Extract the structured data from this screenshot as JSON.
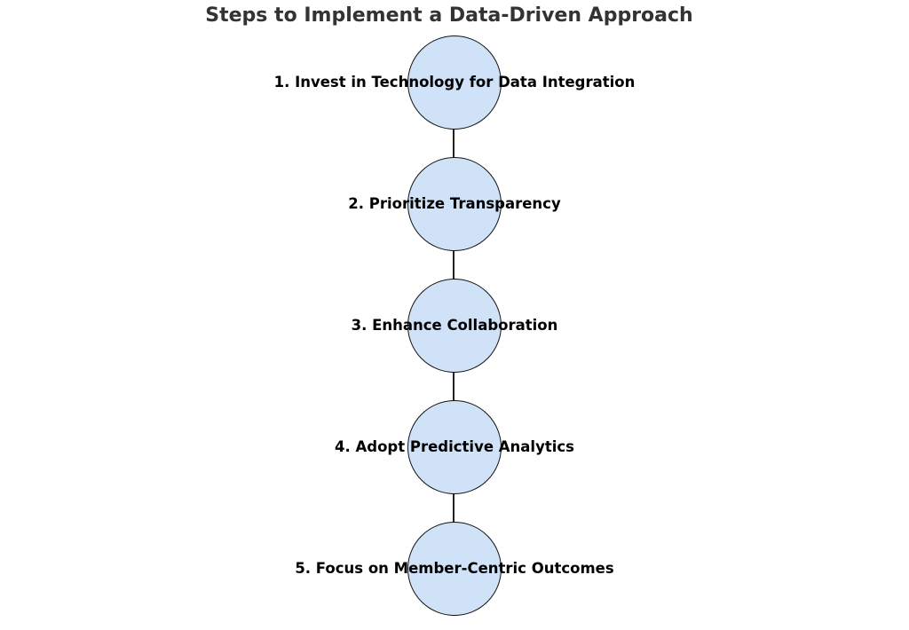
{
  "title": "Steps to Implement a Data-Driven Approach",
  "steps": [
    {
      "label": "1. Invest in Technology for Data Integration"
    },
    {
      "label": "2. Prioritize Transparency"
    },
    {
      "label": "3. Enhance Collaboration"
    },
    {
      "label": "4. Adopt Predictive Analytics"
    },
    {
      "label": "5. Focus on Member-Centric Outcomes"
    }
  ],
  "colors": {
    "background": "#ffffff",
    "title_text": "#333333",
    "label_text": "#000000",
    "circle_fill": "#cfe2f7",
    "circle_border": "#121212",
    "connector": "#222222"
  }
}
